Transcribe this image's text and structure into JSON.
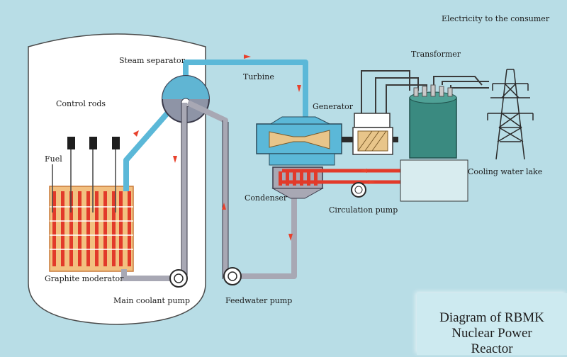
{
  "labels": {
    "electricity": "Electricity to the consumer",
    "transformer": "Transformer",
    "steam_separator": "Steam separator",
    "turbine": "Turbine",
    "generator": "Generator",
    "control_rods": "Control rods",
    "fuel": "Fuel",
    "cooling_water_lake": "Cooling water lake",
    "condenser": "Condenser",
    "circulation_pump": "Circulation pump",
    "graphite_moderator": "Graphite moderator",
    "main_coolant_pump": "Main coolant pump",
    "feedwater_pump": "Feedwater pump"
  },
  "title": {
    "line1": "Diagram of RBMK",
    "line2": "Nuclear Power",
    "line3": "Reactor"
  },
  "colors": {
    "background": "#b8dde6",
    "reactor_building": "#ffffff",
    "steam_pipe": "#5bb8d8",
    "water_pipe": "#a8a8b4",
    "flow_arrow": "#e8412c",
    "core_block": "#f2c080",
    "fuel_rod": "#e23a2a",
    "transformer": "#3a8a80",
    "generator_coil": "#e8c58a"
  }
}
